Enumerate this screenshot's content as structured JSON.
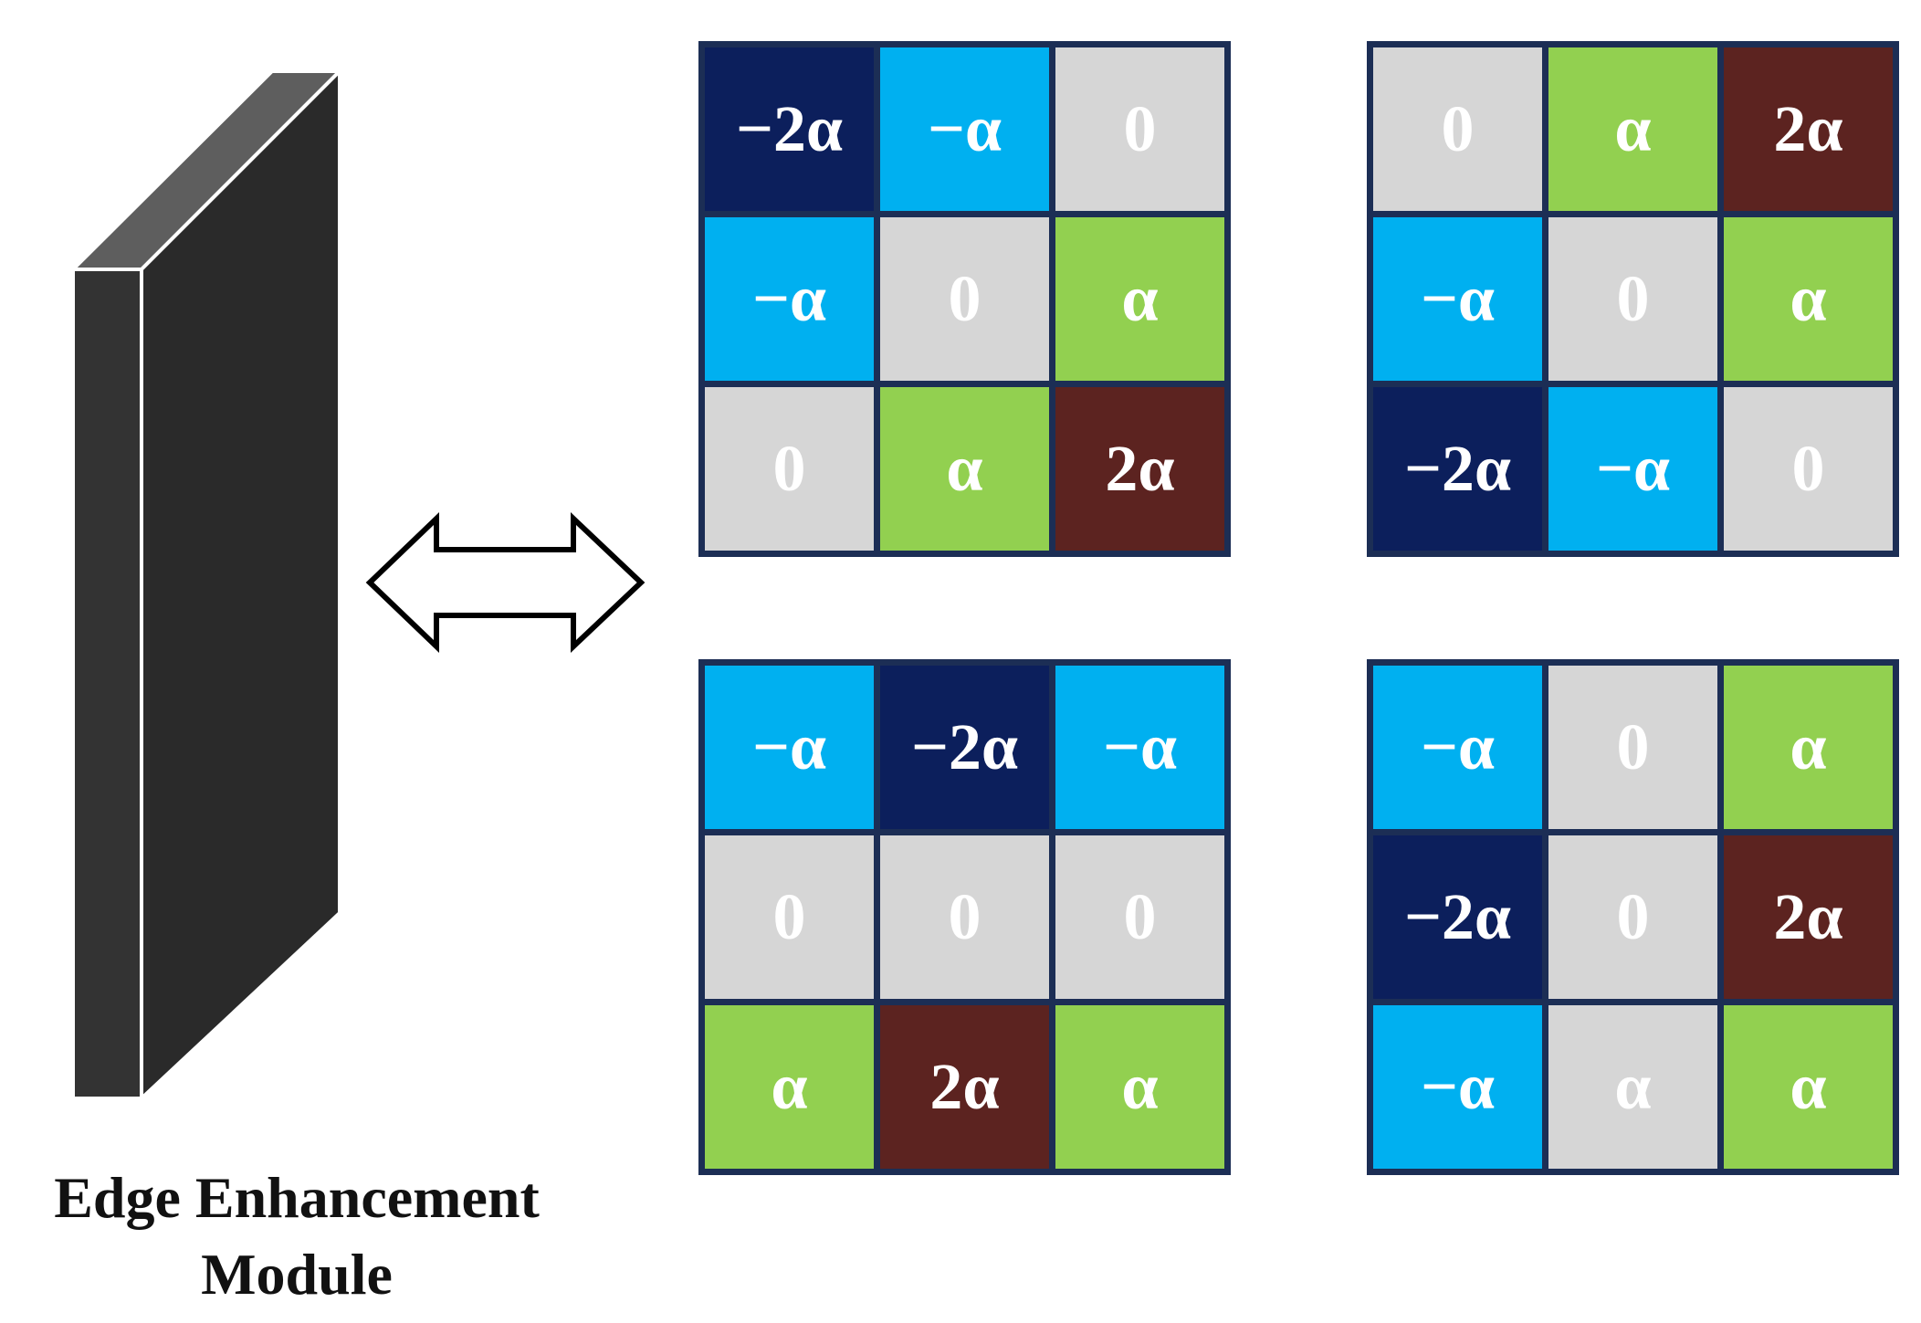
{
  "module": {
    "line1": "Edge Enhancement",
    "line2": "Module"
  },
  "colors": {
    "-2α": "#0c1f5c",
    "-α": "#00b0f0",
    "0": "#d6d6d6",
    "α": "#92d050",
    "2α": "#5c2320"
  },
  "kernels": [
    {
      "cells": [
        "−2α",
        "−α",
        "0",
        "−α",
        "0",
        "α",
        "0",
        "α",
        "2α"
      ],
      "colors": [
        "-2α",
        "-α",
        "0",
        "-α",
        "0",
        "α",
        "0",
        "α",
        "2α"
      ]
    },
    {
      "cells": [
        "0",
        "α",
        "2α",
        "−α",
        "0",
        "α",
        "−2α",
        "−α",
        "0"
      ],
      "colors": [
        "0",
        "α",
        "2α",
        "-α",
        "0",
        "α",
        "-2α",
        "-α",
        "0"
      ]
    },
    {
      "cells": [
        "−α",
        "−2α",
        "−α",
        "0",
        "0",
        "0",
        "α",
        "2α",
        "α"
      ],
      "colors": [
        "-α",
        "-2α",
        "-α",
        "0",
        "0",
        "0",
        "α",
        "2α",
        "α"
      ]
    },
    {
      "cells": [
        "−α",
        "0",
        "α",
        "−2α",
        "0",
        "2α",
        "−α",
        "α",
        "α"
      ],
      "colors": [
        "-α",
        "0",
        "α",
        "-2α",
        "0",
        "2α",
        "-α",
        "0",
        "α"
      ]
    }
  ]
}
